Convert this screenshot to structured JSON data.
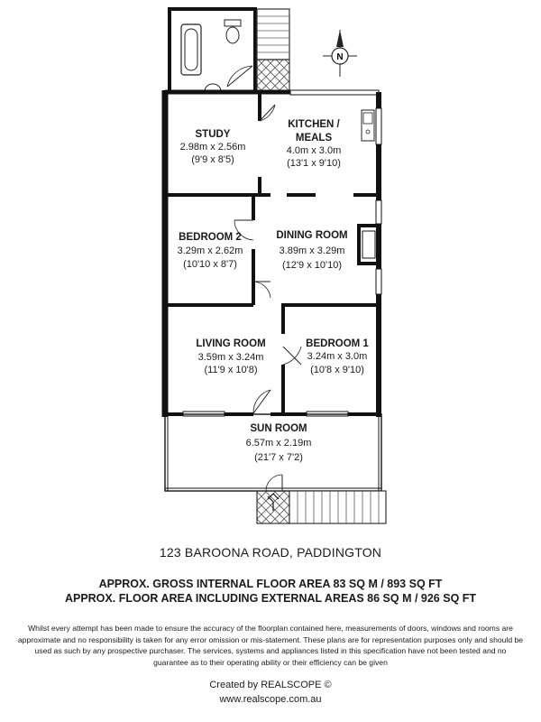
{
  "compass": {
    "label": "N",
    "icon": "north-arrow-icon"
  },
  "rooms": [
    {
      "id": "study",
      "name": "STUDY",
      "metric": "2.98m x 2.56m",
      "imperial": "(9'9 x 8'5)"
    },
    {
      "id": "kitchen",
      "name": "KITCHEN /",
      "name2": "MEALS",
      "metric": "4.0m x 3.0m",
      "imperial": "(13'1 x 9'10)"
    },
    {
      "id": "bedroom2",
      "name": "BEDROOM 2",
      "metric": "3.29m x 2.62m",
      "imperial": "(10'10 x 8'7)"
    },
    {
      "id": "dining",
      "name": "DINING ROOM",
      "metric": "3.89m x 3.29m",
      "imperial": "(12'9 x 10'10)"
    },
    {
      "id": "living",
      "name": "LIVING ROOM",
      "metric": "3.59m x 3.24m",
      "imperial": "(11'9 x 10'8)"
    },
    {
      "id": "bedroom1",
      "name": "BEDROOM 1",
      "metric": "3.24m x 3.0m",
      "imperial": "(10'8 x 9'10)"
    },
    {
      "id": "sunroom",
      "name": "SUN ROOM",
      "metric": "6.57m x 2.19m",
      "imperial": "(21'7 x 7'2)"
    }
  ],
  "address": "123 BAROONA ROAD, PADDINGTON",
  "area_internal": "APPROX. GROSS INTERNAL FLOOR AREA 83 SQ M / 893 SQ FT",
  "area_external": "APPROX. FLOOR AREA INCLUDING EXTERNAL AREAS 86 SQ M / 926 SQ FT",
  "disclaimer": [
    "Whilst every attempt has been made to ensure the accuracy of the floorplan contained here, measurements of doors, windows and rooms are",
    "approximate and no responsibility is taken for any error omission or mis-statement. These plans are for representation purposes only and should be",
    "used as such by any prospective purchaser. The services, systems and appliances listed in this specification have not been tested and no",
    "guarantee as to their operating ability or their efficiency can be given"
  ],
  "credit": "Created by REALSCOPE ©",
  "website": "www.realscope.com.au"
}
